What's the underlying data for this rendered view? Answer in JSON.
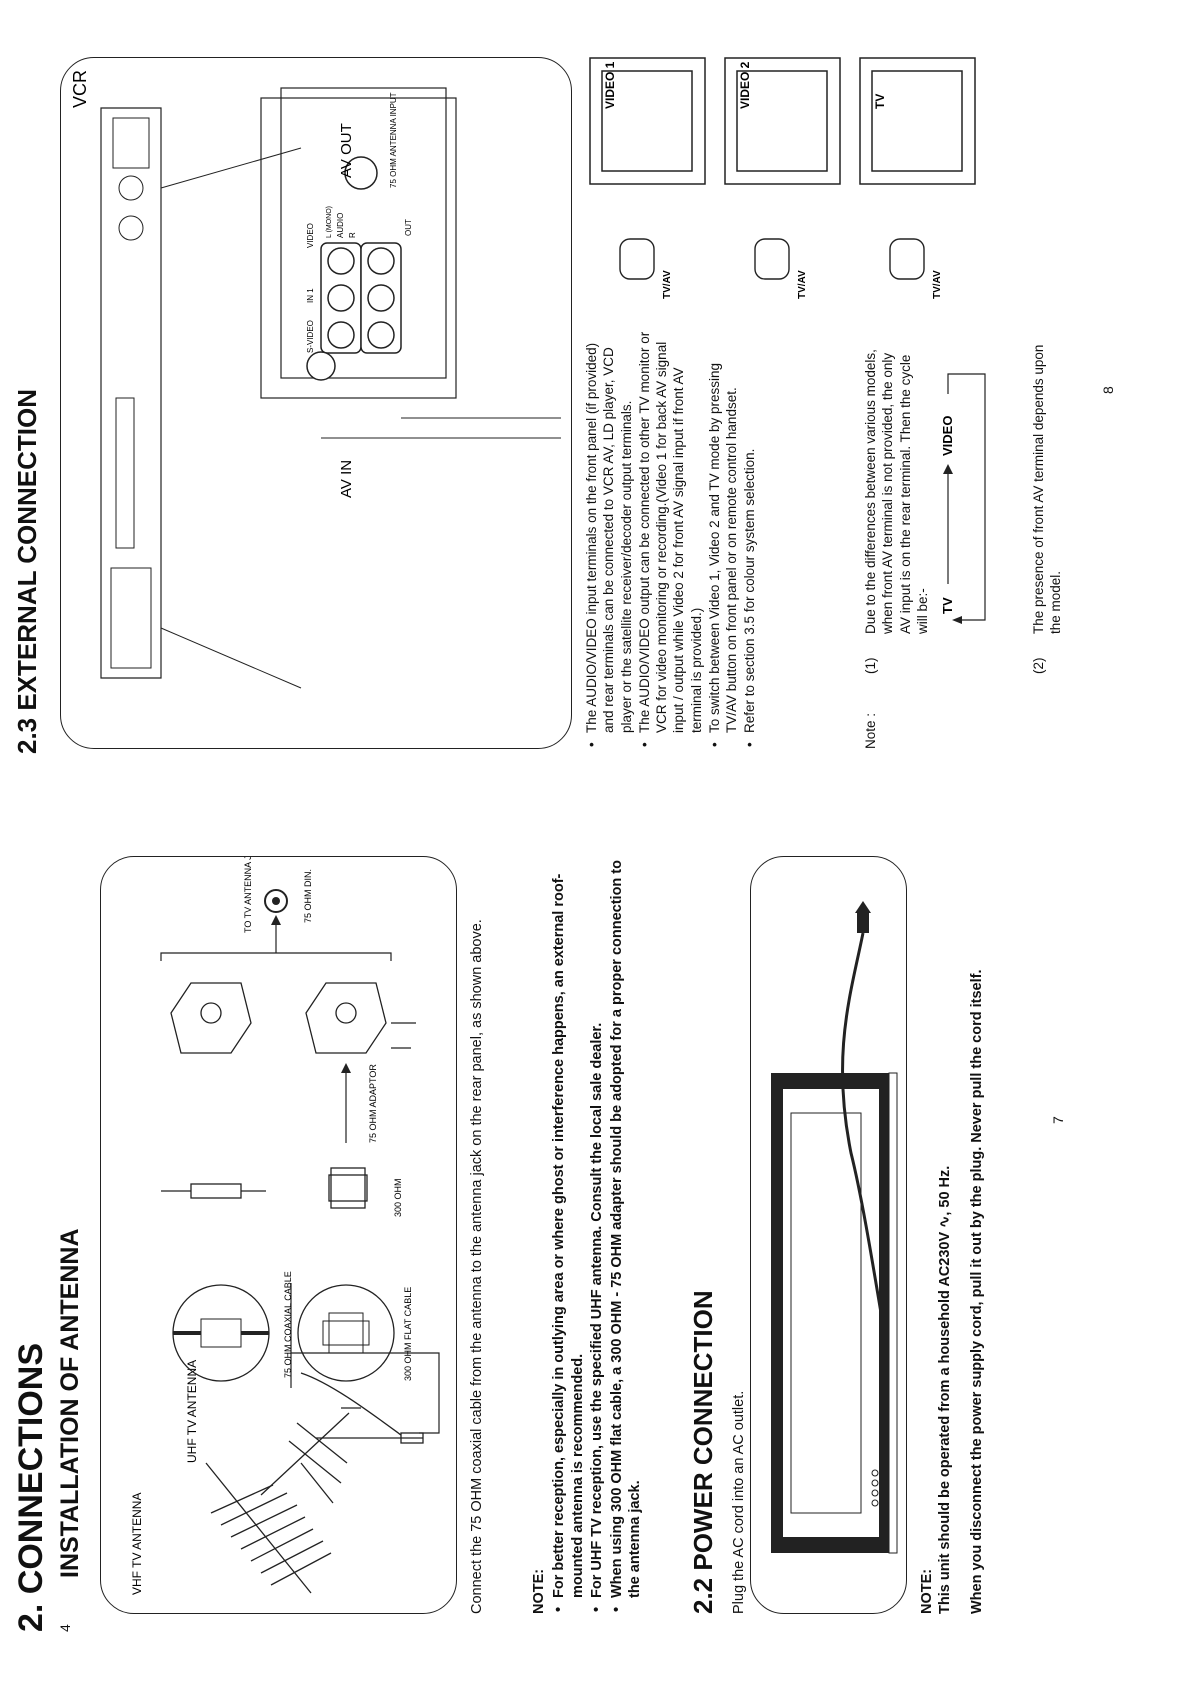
{
  "left": {
    "page_no_top": "4",
    "section_title": "2.  CONNECTIONS",
    "sub_title": "INSTALLATION OF ANTENNA",
    "antenna_labels": {
      "vhf": "VHF TV ANTENNA",
      "uhf": "UHF TV ANTENNA",
      "coax": "75 OHM COAXIAL CABLE",
      "flat": "300 OHM FLAT CABLE",
      "ohm300": "300 OHM",
      "adaptor": "75 OHM ADAPTOR",
      "to_jack": "TO TV ANTENNA JACK",
      "din": "75 OHM DIN."
    },
    "connect_text": "Connect the 75 OHM coaxial cable from the antenna to the antenna jack on the rear panel, as shown above.",
    "note_heading": "NOTE:",
    "notes": [
      "For better reception, especially in outlying area or where ghost or interference happens, an external roof-mounted antenna is recommended.",
      "For UHF TV reception, use the specified UHF antenna. Consult the local sale dealer.",
      "When using 300 OHM flat cable, a 300 OHM - 75 OHM adapter should be adopted for a proper connection to the antenna jack."
    ],
    "power_title": "2.2   POWER CONNECTION",
    "power_text": "Plug the AC cord into an AC outlet.",
    "power_note_heading": "NOTE:",
    "power_note_1": "This unit should be operated from a household AC230V ∿, 50 Hz.",
    "power_note_2": "When you disconnect the power supply cord, pull it out by the plug. Never pull the cord itself.",
    "page_no_bottom": "7"
  },
  "right": {
    "section_title": "2.3   EXTERNAL CONNECTION",
    "panel_labels": {
      "in1": "IN 1",
      "video": "VIDEO",
      "out": "OUT",
      "svideo": "S-VIDEO",
      "lmono": "L (MONO)",
      "audio": "AUDIO",
      "r": "R",
      "ant_input": "75 OHM ANTENNA INPUT",
      "av_in": "AV IN",
      "av_out": "AV OUT",
      "vcr": "VCR"
    },
    "screens": [
      {
        "label": "VIDEO 1",
        "button": "TV/AV"
      },
      {
        "label": "VIDEO 2",
        "button": "TV/AV"
      },
      {
        "label": "TV",
        "button": "TV/AV"
      }
    ],
    "bullets": [
      "The AUDIO/VIDEO input terminals on the front panel (if provided) and rear terminals can be connected to VCR AV, LD player, VCD player or the satellite receiver/decoder output terminals.",
      "The AUDIO/VIDEO output can be connected to other TV monitor or VCR for video monitoring or recording.(Video 1 for back AV signal input / output while Video 2 for front AV signal input if front AV terminal is provided.)",
      "To switch between Video 1, Video 2 and TV mode by pressing TV/AV button on front panel or on remote control handset.",
      "Refer to section 3.5 for colour system selection."
    ],
    "note_label": "Note :",
    "note_1_num": "(1)",
    "note_1": "Due to the differences between various models, when front AV terminal is not provided, the only AV input is on the rear terminal. Then the cycle will be:-",
    "cycle_tv": "TV",
    "cycle_video": "VIDEO",
    "note_2_num": "(2)",
    "note_2": "The presence of front AV terminal depends upon the model.",
    "page_no": "8"
  }
}
